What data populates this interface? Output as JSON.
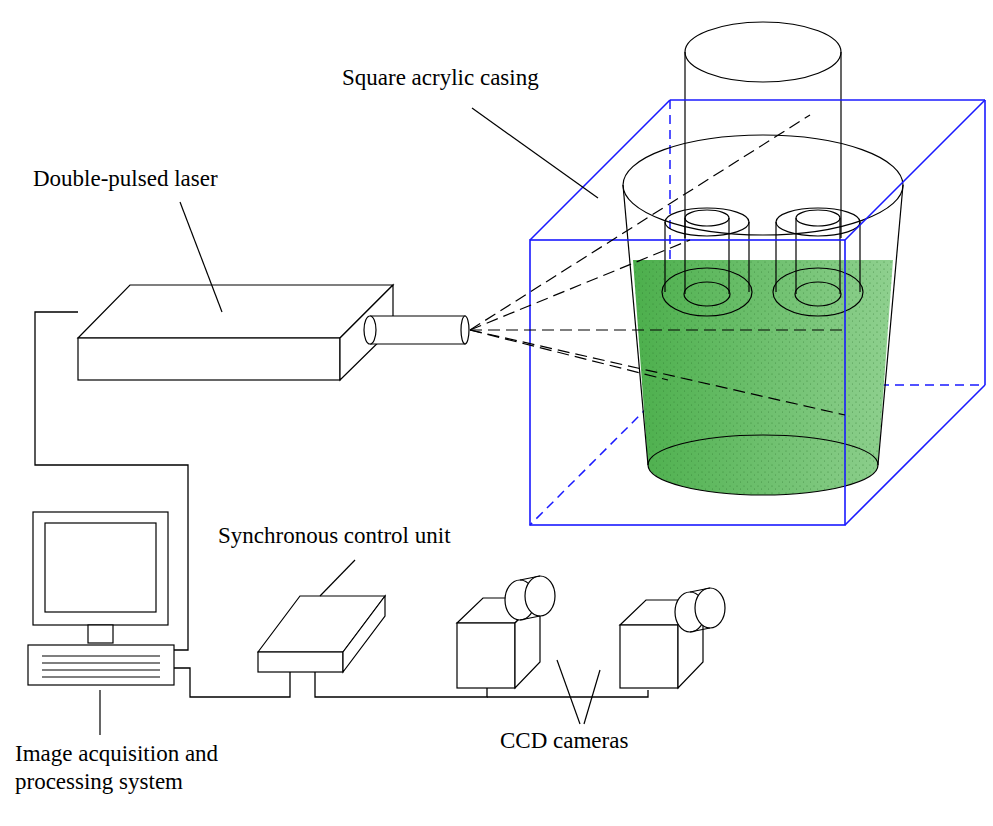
{
  "diagram": {
    "labels": [
      "Square acrylic casing",
      "Double-pulsed laser",
      "Synchronous control unit",
      "CCD cameras",
      "Image acquisition and processing system"
    ]
  }
}
